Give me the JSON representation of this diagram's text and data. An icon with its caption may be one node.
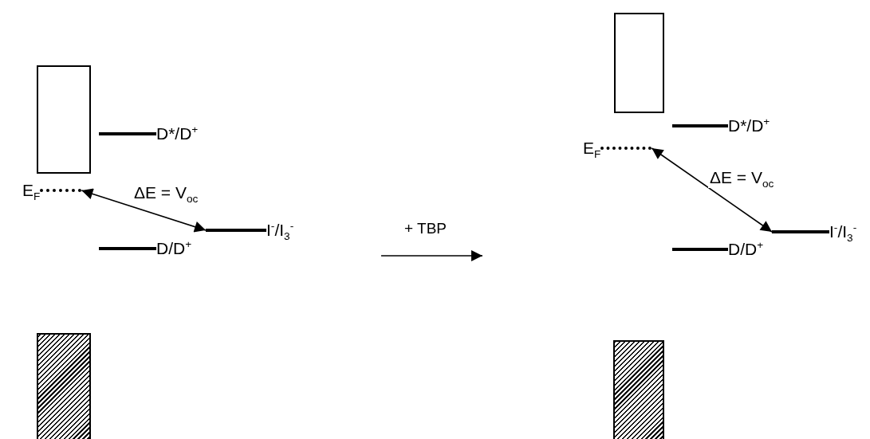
{
  "diagram": {
    "nodes": [
      {
        "text": [],
        "shape": "box"
      },
      {
        "text": [
          "D*/D$^{+}$"
        ]
      },
      {
        "text": [
          "E$_{F}$"
        ]
      },
      {
        "text": [
          "I$^{-}$/I$_{3}$$^{-}$"
        ]
      },
      {
        "text": [
          "D/D$^{+}$"
        ]
      },
      {
        "text": [],
        "shape": "box"
      },
      {
        "text": [],
        "shape": "box"
      },
      {
        "text": [
          "D*/D$^{+}$"
        ]
      },
      {
        "text": [
          "E$_{F}$"
        ]
      },
      {
        "text": [
          "I$^{-}$/I$_{3}$$^{-}$"
        ]
      },
      {
        "text": [
          "D/D$^{+}$"
        ]
      },
      {
        "text": [],
        "shape": "box"
      }
    ],
    "edges": [
      {
        "from": 2,
        "to": 3,
        "arrow": "both",
        "label": "ΔE = V$_{oc}$"
      },
      {
        "from": 8,
        "to": 9,
        "arrow": "both",
        "label": "ΔE = V$_{oc}$"
      }
    ],
    "labels": [
      "+ TBP"
    ]
  }
}
